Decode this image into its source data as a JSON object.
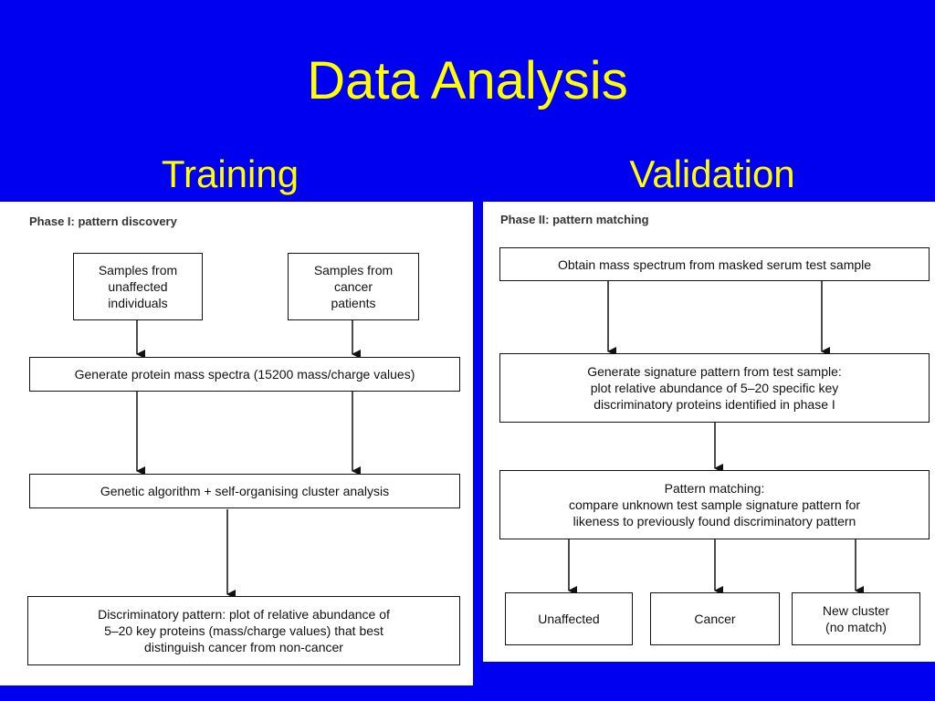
{
  "slide": {
    "title": "Data Analysis",
    "left_heading": "Training",
    "right_heading": "Validation"
  },
  "training": {
    "phase_title": "Phase I: pattern discovery",
    "sample_unaffected": "Samples from\nunaffected\nindividuals",
    "sample_cancer": "Samples from\ncancer\npatients",
    "generate_spectra": "Generate protein mass spectra (15200 mass/charge values)",
    "genetic_algorithm": "Genetic algorithm + self-organising cluster analysis",
    "discriminatory_pattern": "Discriminatory pattern: plot of relative abundance of\n5–20 key proteins (mass/charge values) that best\ndistinguish cancer from non-cancer"
  },
  "validation": {
    "phase_title": "Phase II: pattern matching",
    "obtain_spectrum": "Obtain mass spectrum from masked serum test sample",
    "signature_pattern": "Generate signature pattern from test sample:\nplot relative abundance of 5–20 specific key\ndiscriminatory proteins identified in phase I",
    "pattern_matching": "Pattern matching:\ncompare unknown test sample signature pattern for\nlikeness to previously found discriminatory pattern",
    "outcome_unaffected": "Unaffected",
    "outcome_cancer": "Cancer",
    "outcome_new_cluster": "New cluster\n(no match)"
  }
}
